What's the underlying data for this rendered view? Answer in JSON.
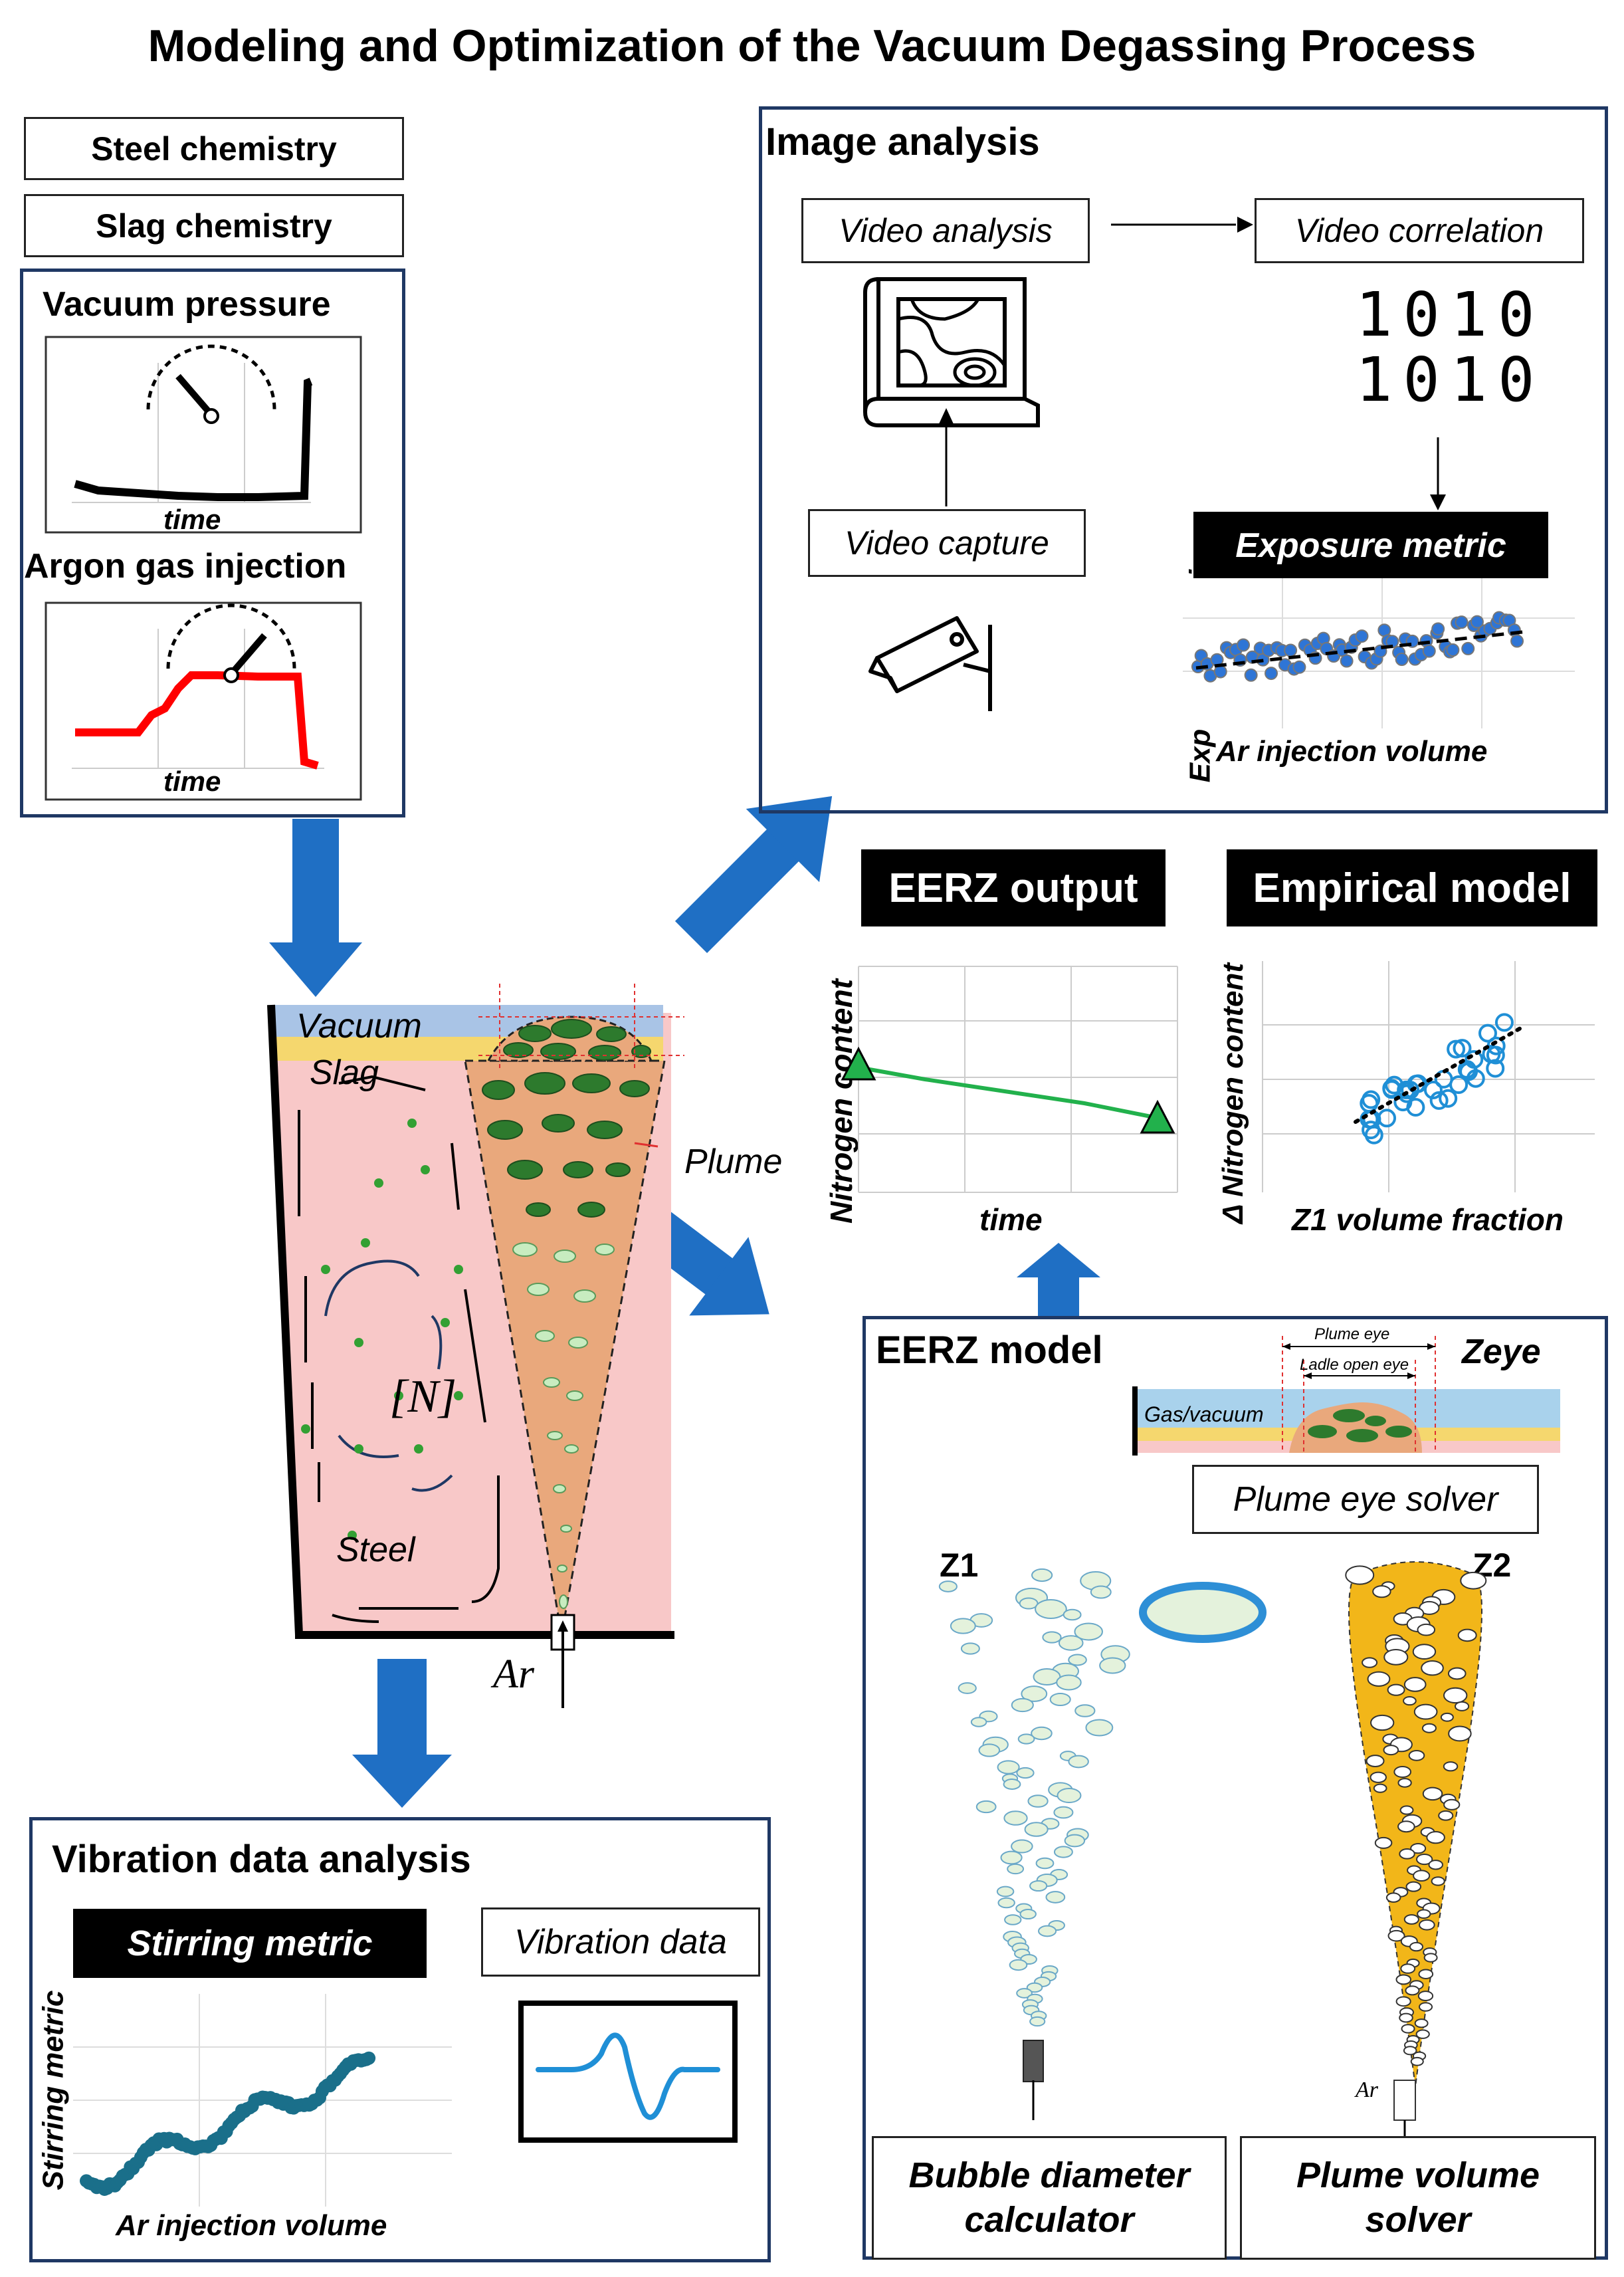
{
  "title": "Modeling and Optimization of the Vacuum Degassing Process",
  "inputs": {
    "steel_chemistry": "Steel chemistry",
    "slag_chemistry": "Slag chemistry",
    "vacuum_pressure": "Vacuum pressure",
    "argon_injection": "Argon gas injection",
    "time_label": "time"
  },
  "image_analysis": {
    "title": "Image analysis",
    "video_analysis": "Video analysis",
    "video_correlation": "Video correlation",
    "video_capture": "Video capture",
    "binary_line1": "1010",
    "binary_line2": "1010",
    "exposure_metric": "Exposure metric",
    "ylabel": "Exposure metric",
    "xlabel": "Ar injection volume"
  },
  "ladle": {
    "vacuum": "Vacuum",
    "slag": "Slag",
    "plume": "Plume",
    "nitrogen": "[N]",
    "steel": "Steel",
    "argon": "Ar"
  },
  "eerz_output": {
    "title": "EERZ output",
    "ylabel": "Nitrogen content",
    "xlabel": "time"
  },
  "empirical_model": {
    "title": "Empirical model",
    "ylabel": "Δ Nitrogen content",
    "xlabel": "Z1 volume fraction"
  },
  "eerz_model": {
    "title": "EERZ model",
    "zeye": "Zeye",
    "plume_eye": "Plume eye",
    "ladle_open_eye": "Ladle open eye",
    "gas_vacuum": "Gas/vacuum",
    "plume_eye_solver": "Plume eye solver",
    "z1": "Z1",
    "z2": "Z2",
    "ar": "Ar",
    "bubble_calc_line1": "Bubble diameter",
    "bubble_calc_line2": "calculator",
    "plume_solver_line1": "Plume volume",
    "plume_solver_line2": "solver"
  },
  "vibration": {
    "title": "Vibration data analysis",
    "stirring_metric": "Stirring metric",
    "vibration_data": "Vibration data",
    "ylabel": "Stirring metric",
    "xlabel": "Ar injection volume"
  },
  "colors": {
    "panel_border": "#1f3864",
    "arrow_blue": "#1f6fc4",
    "steel_pink": "#f8c8c8",
    "vacuum_blue": "#a9c4e6",
    "slag_yellow": "#f5d76e",
    "plume_orange": "#e9a87c",
    "line_green": "#22b14c",
    "point_blue": "#2e75d6",
    "teal": "#1a6f8a",
    "argon_red": "#ff0000",
    "plume_z2": "#f2b619"
  }
}
